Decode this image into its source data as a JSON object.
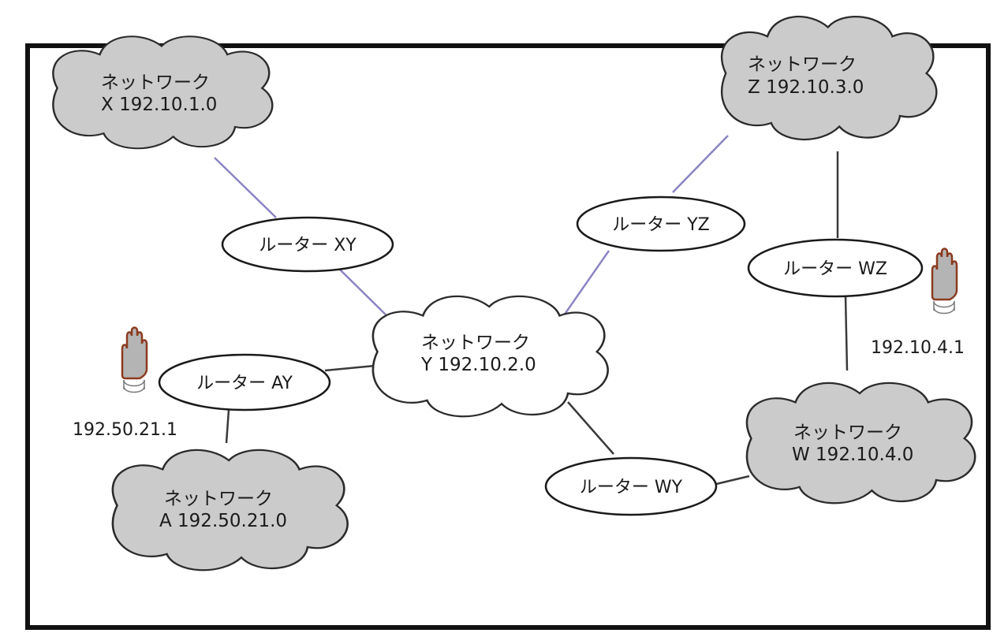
{
  "networks": {
    "x": {
      "name": "ネットワーク",
      "address": "X 192.10.1.0"
    },
    "z": {
      "name": "ネットワーク",
      "address": "Z 192.10.3.0"
    },
    "y": {
      "name": "ネットワーク",
      "address": "Y 192.10.2.0"
    },
    "w": {
      "name": "ネットワーク",
      "address": "W 192.10.4.0"
    },
    "a": {
      "name": "ネットワーク",
      "address": "A 192.50.21.0"
    }
  },
  "routers": {
    "xy": "ルーター XY",
    "yz": "ルーター YZ",
    "wz": "ルーター WZ",
    "ay": "ルーター AY",
    "wy": "ルーター WY"
  },
  "hosts": {
    "right": {
      "ip": "192.10.4.1"
    },
    "left": {
      "ip": "192.50.21.1"
    }
  },
  "colors": {
    "cloud_gray": "#cbcbcb",
    "cloud_white": "#ffffff",
    "link_purple": "#8a84c4",
    "link_dark": "#3a3a3a",
    "hand_outline": "#8b3a1e"
  }
}
